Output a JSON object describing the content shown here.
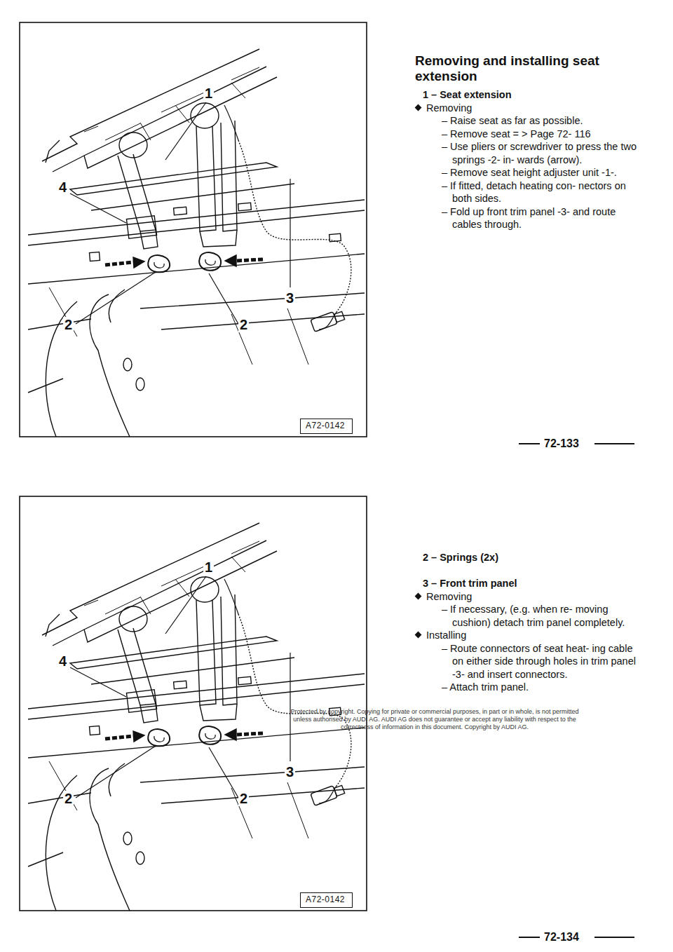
{
  "diagram": {
    "title": "Removing and installing seat extension",
    "nodes": [
      {
        "text": [
          "A72-0142"
        ]
      },
      {
        "text": [
          "A72-0142"
        ]
      }
    ],
    "labels": [
      "1",
      "4",
      "2",
      "2",
      "3",
      "1 – Seat extension",
      "Removing",
      "– Raise seat as far as possible.",
      "– Remove seat = > Page 72- 116",
      "– Use pliers or screwdriver to press the two springs -2- in- wards (arrow).",
      "– Remove seat height adjuster unit -1-.",
      "– If fitted, detach heating con- nectors on both sides.",
      "– Fold up front trim panel -3- and route cables through.",
      "72-133",
      "1",
      "4",
      "2",
      "2",
      "3",
      "2 – Springs (2x)",
      "3 – Front trim panel",
      "Removing",
      "– If necessary, (e.g. when re- moving cushion) detach trim panel completely.",
      "Installing",
      "– Route connectors of seat heat- ing cable on either side through holes in trim panel -3- and insert connectors.",
      "– Attach trim panel.",
      "Protected by copyright. Copying for private or commercial purposes, in part or in whole, is not permitted unless authorised by AUDI AG. AUDI AG does not guarantee or accept any liability with respect to the correctness of information in this document. Copyright by AUDI AG.",
      "72-134"
    ]
  }
}
